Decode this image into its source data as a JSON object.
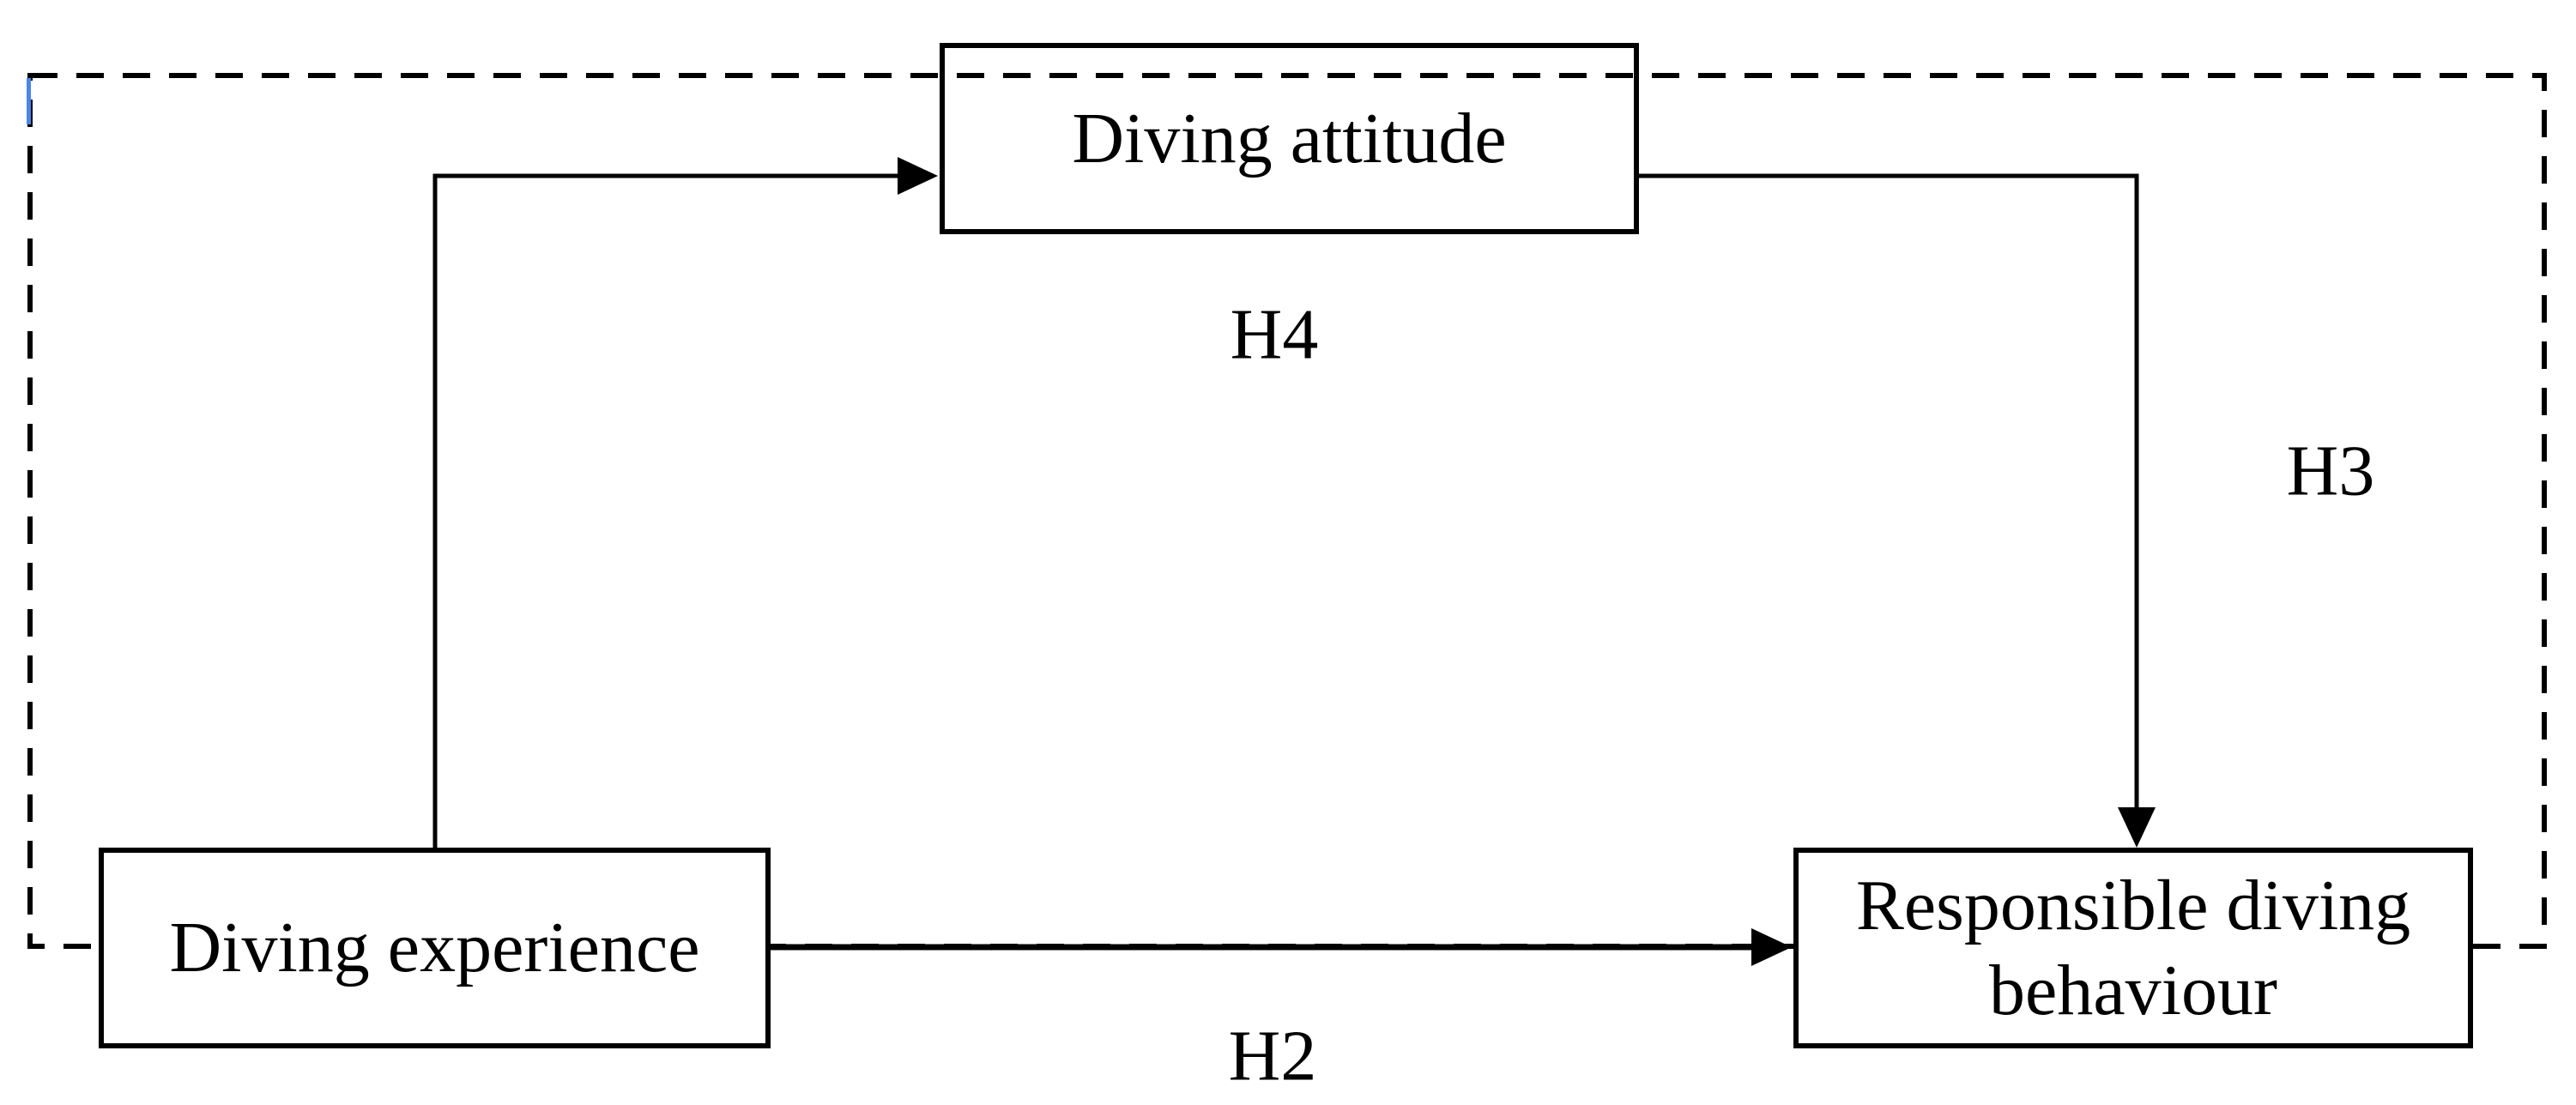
{
  "diagram": {
    "kind": "hypothesis path model",
    "nodes": {
      "diving_attitude": {
        "label": "Diving attitude"
      },
      "diving_experience": {
        "label": "Diving experience"
      },
      "responsible_diving_behaviour": {
        "label": "Responsible diving behaviour"
      }
    },
    "hypotheses": {
      "h4": {
        "label": "H4",
        "from": "Diving experience",
        "to": "Diving attitude"
      },
      "h3": {
        "label": "H3",
        "from": "Diving attitude",
        "to": "Responsible diving behaviour"
      },
      "h2": {
        "label": "H2",
        "from": "Diving experience",
        "to": "Responsible diving behaviour"
      }
    },
    "colors": {
      "line": "#000000",
      "box_fill": "#ffffff",
      "background": "#ffffff",
      "artifact_blue": "#4a86e8"
    }
  }
}
